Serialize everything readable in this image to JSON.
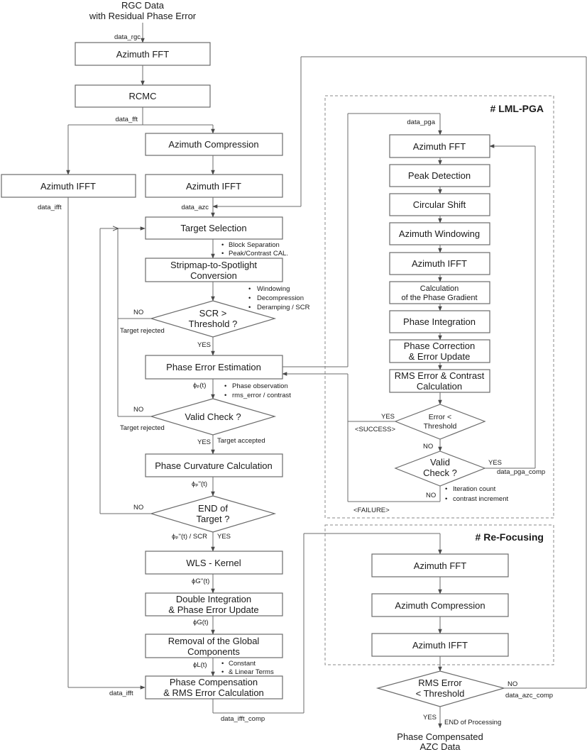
{
  "input": [
    "RGC Data",
    "with Residual Phase Error"
  ],
  "output": [
    "Phase Compensated",
    "AZC Data"
  ],
  "frames": {
    "lml_pga": "# LML-PGA",
    "refocusing": "# Re-Focusing"
  },
  "main": {
    "azimuth_fft": "Azimuth FFT",
    "rcmc": "RCMC",
    "azimuth_compression": "Azimuth Compression",
    "azimuth_ifft_left": "Azimuth IFFT",
    "azimuth_ifft_mid": "Azimuth IFFT",
    "target_selection": "Target Selection",
    "stripmap_to_spotlight": [
      "Stripmap-to-Spotlight",
      "Conversion"
    ],
    "scr_threshold": [
      "SCR >",
      "Threshold ?"
    ],
    "phase_error_estimation": "Phase Error Estimation",
    "valid_check": "Valid Check ?",
    "phase_curvature": "Phase Curvature Calculation",
    "end_of_target": [
      "END of",
      "Target ?"
    ],
    "wls_kernel": "WLS - Kernel",
    "double_integration": [
      "Double Integration",
      "& Phase Error Update"
    ],
    "removal_global": [
      "Removal of the Global",
      "Components"
    ],
    "phase_compensation": [
      "Phase Compensation",
      "& RMS Error Calculation"
    ]
  },
  "pga": {
    "azimuth_fft": "Azimuth FFT",
    "peak_detection": "Peak Detection",
    "circular_shift": "Circular Shift",
    "azimuth_windowing": "Azimuth Windowing",
    "azimuth_ifft": "Azimuth IFFT",
    "phase_gradient": [
      "Calculation",
      "of the Phase Gradient"
    ],
    "phase_integration": "Phase Integration",
    "phase_correction": [
      "Phase Correction",
      "& Error Update"
    ],
    "rms_contrast": [
      "RMS Error & Contrast",
      "Calculation"
    ],
    "error_threshold": [
      "Error <",
      "Threshold"
    ],
    "valid_check": [
      "Valid",
      "Check ?"
    ]
  },
  "refocus": {
    "azimuth_fft": "Azimuth FFT",
    "azimuth_compression": "Azimuth Compression",
    "azimuth_ifft": "Azimuth IFFT",
    "rms_threshold": [
      "RMS Error",
      "< Threshold"
    ]
  },
  "labels": {
    "data_rgc": "data_rgc",
    "data_fft": "data_fft",
    "data_ifft_top": "data_ifft",
    "data_azc": "data_azc",
    "data_pga": "data_pga",
    "data_pga_comp": "data_pga_comp",
    "data_ifft_bottom": "data_ifft",
    "data_ifft_comp": "data_ifft_comp",
    "data_azc_comp": "data_azc_comp",
    "no_scr": "NO",
    "target_rejected_1": "Target rejected",
    "yes_scr": "YES",
    "phi_p": "ϕₚ(t)",
    "no_valid": "NO",
    "target_rejected_2": "Target rejected",
    "yes_valid": "YES",
    "target_accepted": "Target accepted",
    "phi_pp": "ϕₚ''(t)",
    "no_end": "NO",
    "phi_pp_scr": "ϕₚ''(t) / SCR",
    "yes_end": "YES",
    "phi_g_pp": "ϕG''(t)",
    "phi_g": "ϕG(t)",
    "phi_l": "ϕL(t)",
    "yes_success": "YES",
    "success": "<SUCCESS>",
    "no_error": "NO",
    "yes_valid_pga": "YES",
    "no_valid_pga": "NO",
    "failure": "<FAILURE>",
    "no_rms": "NO",
    "yes_rms": "YES",
    "end_processing": "END of Processing"
  },
  "bullets": {
    "target_selection": [
      "Block Separation",
      "Peak/Contrast CAL."
    ],
    "stripmap": [
      "Windowing",
      "Decompression",
      "Deramping / SCR"
    ],
    "phase_error": [
      "Phase observation",
      "rms_error / contrast"
    ],
    "removal": [
      "Constant",
      "& Linear Terms"
    ],
    "valid_check_pga": [
      "Iteration count",
      "contrast increment"
    ]
  }
}
